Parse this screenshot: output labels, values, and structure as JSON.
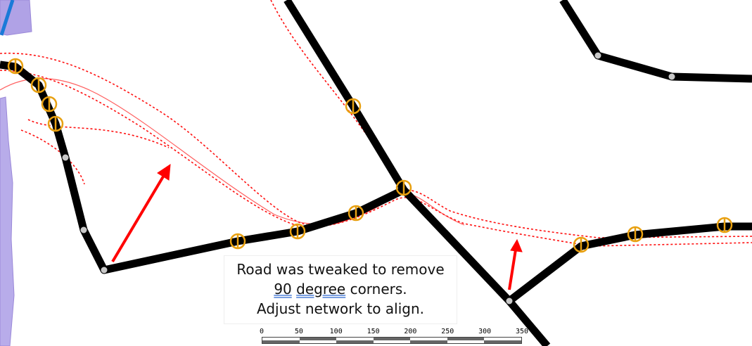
{
  "annotation": {
    "line1": "Road was tweaked to remove",
    "line2_a": "90",
    "line2_b": "degree",
    "line2_c": "corners.",
    "line3": "Adjust network to align."
  },
  "scale_bar": {
    "labels": [
      "0",
      "50",
      "100",
      "150",
      "200",
      "250",
      "300",
      "350"
    ]
  },
  "colors": {
    "road": "#000000",
    "tweaked_road": "#ff0000",
    "arrow": "#ff0000",
    "marker": "#e8a010",
    "node": "#c8c8c8",
    "area": "#a898e0"
  }
}
